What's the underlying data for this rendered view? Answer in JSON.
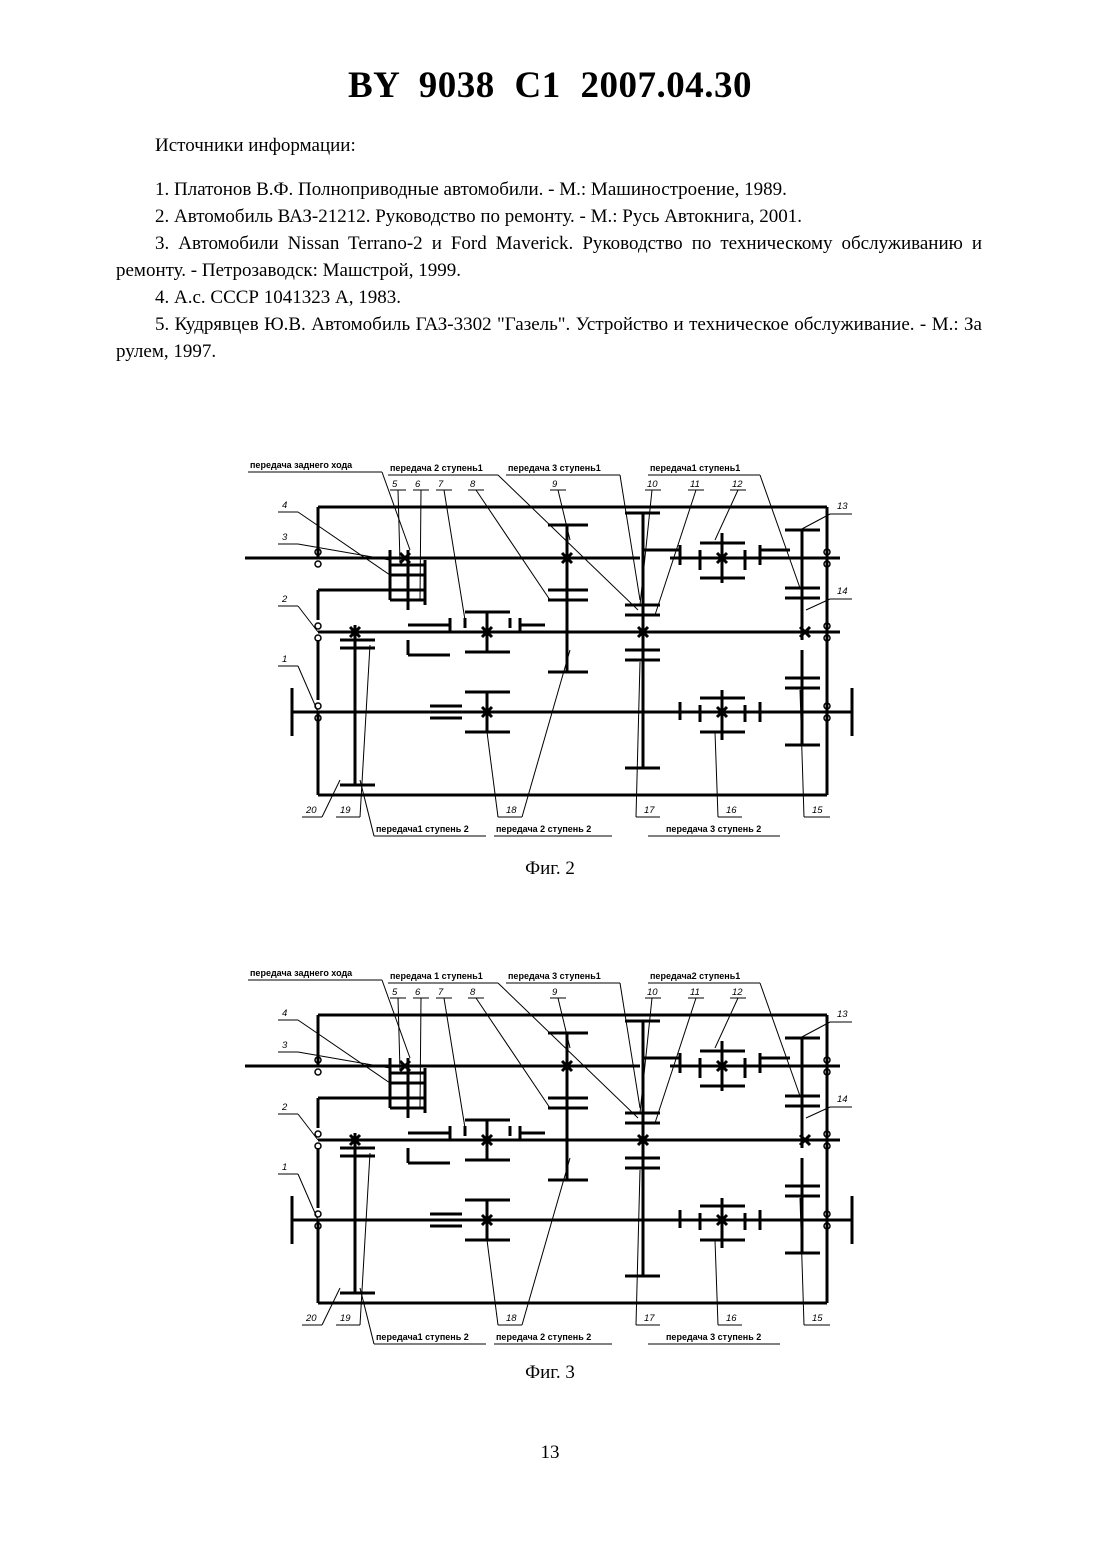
{
  "header": "BY 9038 C1 2007.04.30",
  "sources_heading": "Источники информации:",
  "references": [
    "1. Платонов В.Ф. Полноприводные автомобили. - М.: Машиностроение, 1989.",
    "2. Автомобиль ВАЗ-21212. Руководство по ремонту. - М.: Русь Автокнига, 2001.",
    "3. Автомобили Nissan Terrano-2 и Ford Maverick. Руководство по техническому обслуживанию и ремонту. - Петрозаводск: Машстрой, 1999.",
    "4. А.с. СССР 1041323 А, 1983.",
    "5. Кудрявцев Ю.В. Автомобиль ГАЗ-3302 \"Газель\". Устройство и техническое обслуживание. - М.: За рулем, 1997."
  ],
  "figures": [
    {
      "caption": "Фиг. 2",
      "top_labels": [
        "передача заднего хода",
        "передача 2 ступень1",
        "передача 3 ступень1",
        "передача1 ступень1"
      ],
      "bottom_labels": [
        "передача1 ступень 2",
        "передача 2 ступень 2",
        "передача 3 ступень 2"
      ],
      "numbers": [
        "1",
        "2",
        "3",
        "4",
        "5",
        "6",
        "7",
        "8",
        "9",
        "10",
        "11",
        "12",
        "13",
        "14",
        "15",
        "16",
        "17",
        "18",
        "19",
        "20"
      ]
    },
    {
      "caption": "Фиг. 3",
      "top_labels": [
        "передача заднего хода",
        "передача 1 ступень1",
        "передача 3 ступень1",
        "передача2 ступень1"
      ],
      "bottom_labels": [
        "передача1 ступень 2",
        "передача 2 ступень 2",
        "передача 3 ступень 2"
      ],
      "numbers": [
        "1",
        "2",
        "3",
        "4",
        "5",
        "6",
        "7",
        "8",
        "9",
        "10",
        "11",
        "12",
        "13",
        "14",
        "15",
        "16",
        "17",
        "18",
        "19",
        "20"
      ]
    }
  ],
  "page_number": "13"
}
